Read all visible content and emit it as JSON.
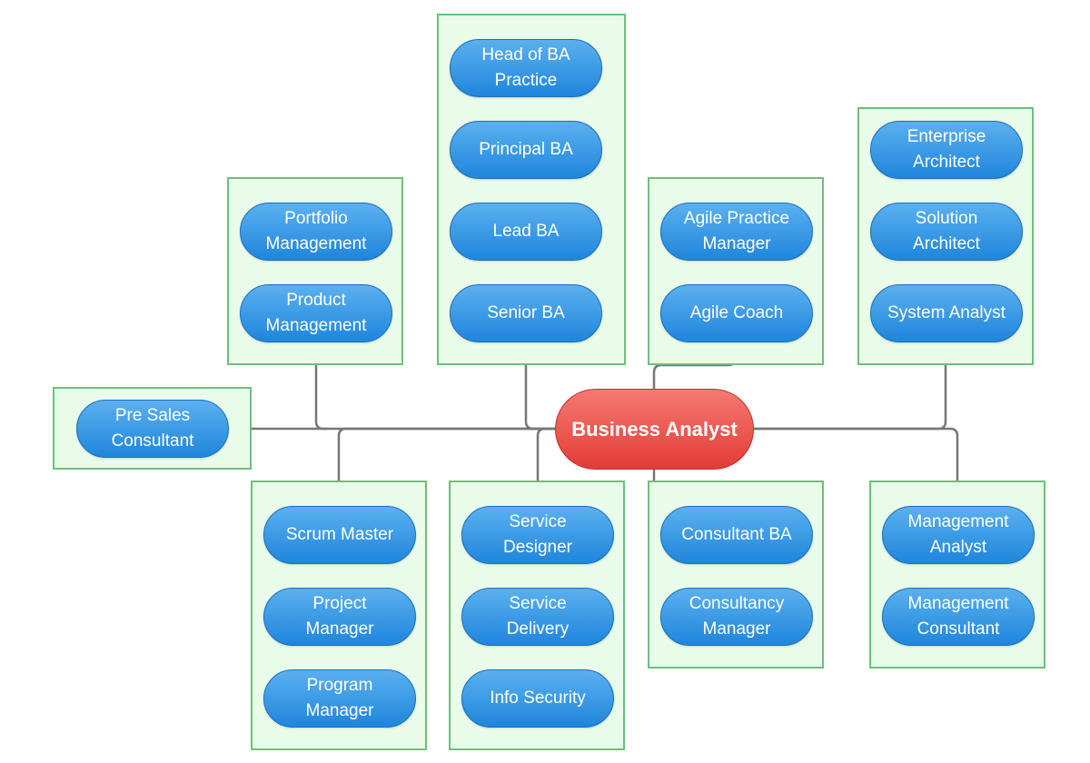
{
  "center": {
    "label": "Business Analyst"
  },
  "colors": {
    "node": "#2d93e3",
    "center": "#e8453f",
    "group_fill": "#e9fbe9",
    "group_border": "#6cc07a",
    "connector": "#777777"
  },
  "groups": {
    "portfolio": {
      "items": [
        "Portfolio\nManagement",
        "Product\nManagement"
      ]
    },
    "ba_career": {
      "items": [
        "Head of BA\nPractice",
        "Principal BA",
        "Lead BA",
        "Senior BA"
      ]
    },
    "agile": {
      "items": [
        "Agile Practice\nManager",
        "Agile Coach"
      ]
    },
    "architecture": {
      "items": [
        "Enterprise\nArchitect",
        "Solution\nArchitect",
        "System Analyst"
      ]
    },
    "presales": {
      "items": [
        "Pre Sales\nConsultant"
      ]
    },
    "project": {
      "items": [
        "Scrum Master",
        "Project\nManager",
        "Program\nManager"
      ]
    },
    "service": {
      "items": [
        "Service\nDesigner",
        "Service\nDelivery",
        "Info Security"
      ]
    },
    "consultancy": {
      "items": [
        "Consultant BA",
        "Consultancy\nManager"
      ]
    },
    "management": {
      "items": [
        "Management\nAnalyst",
        "Management\nConsultant"
      ]
    }
  }
}
